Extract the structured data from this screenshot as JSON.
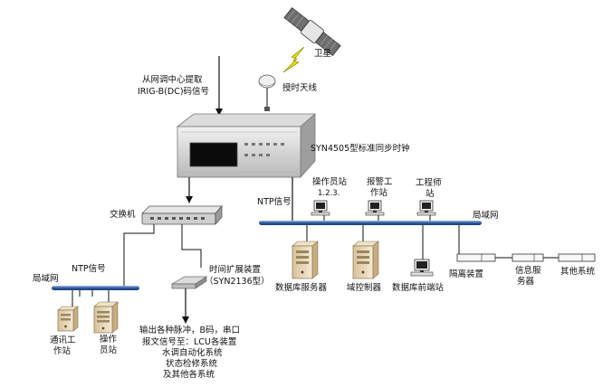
{
  "satellite": {
    "label": "卫星",
    "icon": "satellite-icon"
  },
  "antenna": {
    "label": "授时天线",
    "icon": "antenna-icon"
  },
  "irig_source": {
    "line1": "从网调中心提取",
    "line2": "IRIG-B(DC)码信号"
  },
  "master_clock": {
    "label": "SYN4505型标准同步时钟",
    "icon": "rack-server-icon"
  },
  "ntp_main": {
    "label": "NTP信号"
  },
  "operator_stations": {
    "line1": "操作员站",
    "line2": "1.2.3."
  },
  "alarm_station": {
    "line1": "报警工",
    "line2": "作站"
  },
  "engineer_station": {
    "line1": "工程师",
    "line2": "站"
  },
  "lan_main": {
    "label": "局域网"
  },
  "db_server": {
    "label": "数据库服务器",
    "icon": "server-tower-icon"
  },
  "domain_controller": {
    "label": "域控制器",
    "icon": "server-tower-icon"
  },
  "db_frontend": {
    "label": "数据库前端站",
    "icon": "workstation-icon"
  },
  "isolation": {
    "label": "隔离装置"
  },
  "info_server": {
    "line1": "信息服",
    "line2": "务器"
  },
  "other_systems": {
    "label": "其他系统"
  },
  "switch": {
    "label": "交换机",
    "icon": "network-switch-icon"
  },
  "ntp_left": {
    "label": "NTP信号"
  },
  "lan_left": {
    "label": "局域网"
  },
  "comm_station": {
    "line1": "通讯工",
    "line2": "作站"
  },
  "operator_station_left": {
    "line1": "操作",
    "line2": "员站"
  },
  "expansion": {
    "line1": "时间扩展装置",
    "line2": "（SYN2136型）"
  },
  "outputs": {
    "line1": "输出各种脉冲，B码，串口",
    "line2": "报文信号至：LCU各装置",
    "line3": "水调自动化系统",
    "line4": "状态检修系统",
    "line5": "及其他各系统"
  },
  "colors": {
    "bus_blue": "#2c5aa0",
    "lightning": "#e8d800",
    "device_grey": "#c8c8c8",
    "line": "#111111"
  }
}
